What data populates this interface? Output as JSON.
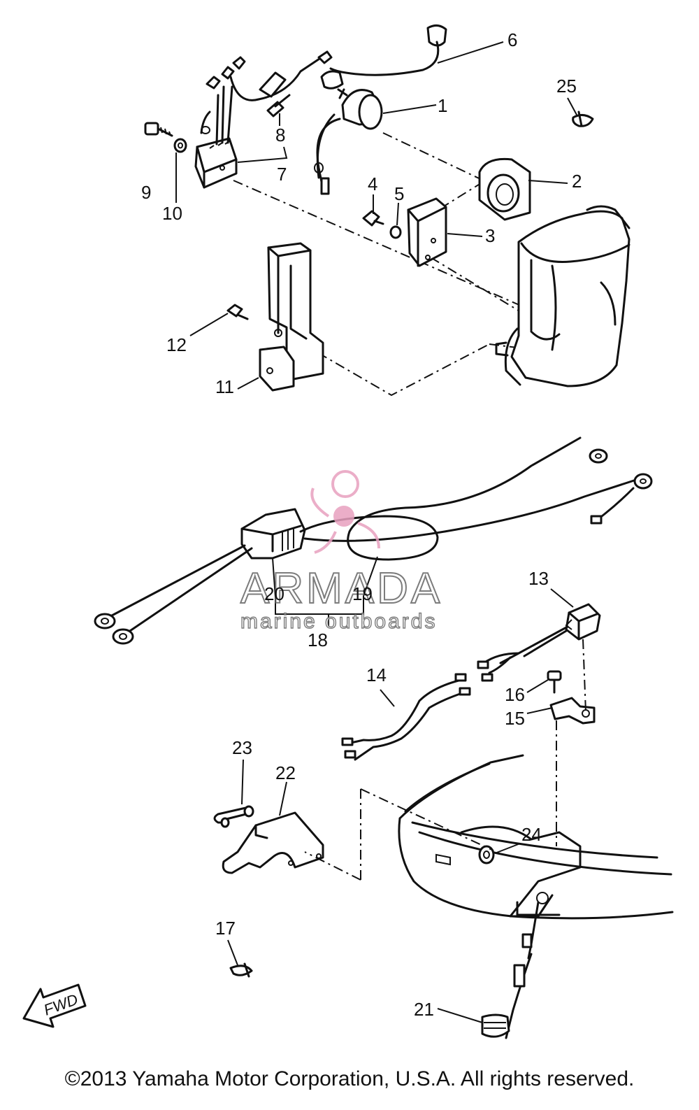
{
  "labels": {
    "p1": "1",
    "p2": "2",
    "p3": "3",
    "p4": "4",
    "p5": "5",
    "p6": "6",
    "p7": "7",
    "p8": "8",
    "p9": "9",
    "p10": "10",
    "p11": "11",
    "p12": "12",
    "p13": "13",
    "p14": "14",
    "p15": "15",
    "p16": "16",
    "p17": "17",
    "p18": "18",
    "p19": "19",
    "p20": "20",
    "p21": "21",
    "p22": "22",
    "p23": "23",
    "p24": "24",
    "p25": "25"
  },
  "fwd_label": "FWD",
  "watermark": {
    "brand": "ARMADA",
    "tagline": "marine outboards",
    "logo_color": "#e8a0bf"
  },
  "copyright": "©2013 Yamaha Motor Corporation, U.S.A. All rights reserved."
}
